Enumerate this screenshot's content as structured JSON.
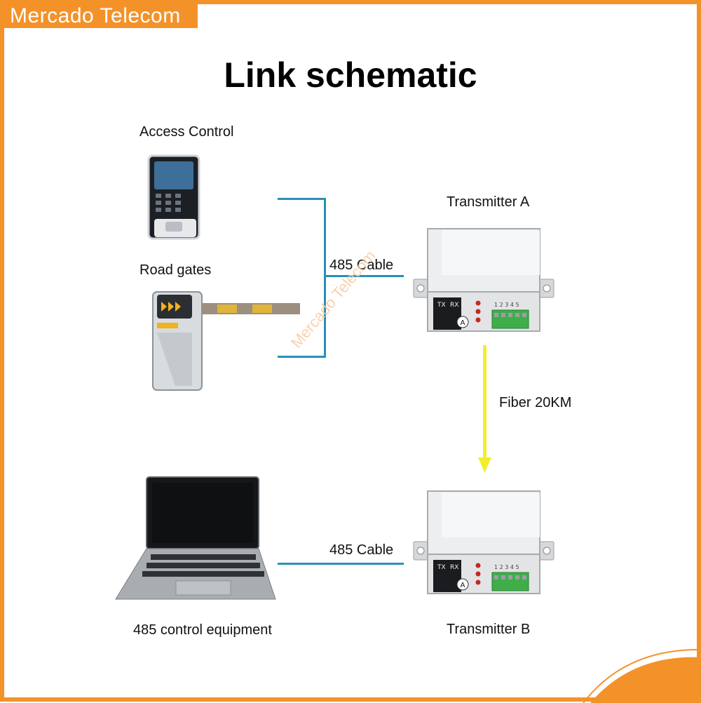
{
  "brand": "Mercado Telecom",
  "watermark": "Mercado Telecom",
  "title": "Link schematic",
  "labels": {
    "access_control": "Access Control",
    "road_gates": "Road gates",
    "cable_top": "485 Cable",
    "cable_bottom": "485 Cable",
    "transmitter_a": "Transmitter A",
    "transmitter_b": "Transmitter B",
    "fiber": "Fiber 20KM",
    "control_equipment": "485 control equipment"
  },
  "device": {
    "port_tx": "TX",
    "port_rx": "RX",
    "port_badge": "A",
    "terminal_numbers": "1 2 3 4 5"
  },
  "colors": {
    "brand_orange": "#f4922a",
    "cable_blue": "#2a8fb8",
    "fiber_yellow": "#f2ee2e"
  }
}
